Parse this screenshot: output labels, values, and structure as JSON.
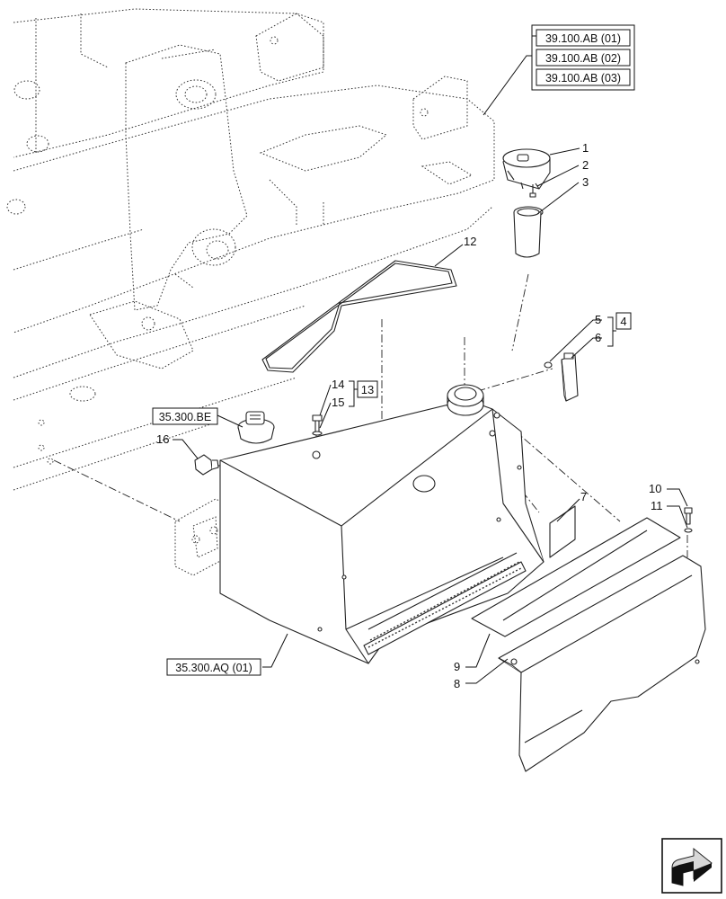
{
  "references": {
    "ab1": "39.100.AB (01)",
    "ab2": "39.100.AB (02)",
    "ab3": "39.100.AB (03)",
    "be": "35.300.BE",
    "aq": "35.300.AQ (01)"
  },
  "callouts": {
    "c1": "1",
    "c2": "2",
    "c3": "3",
    "c4": "4",
    "c5": "5",
    "c6": "6",
    "c7": "7",
    "c8": "8",
    "c9": "9",
    "c10": "10",
    "c11": "11",
    "c12": "12",
    "c13": "13",
    "c14": "14",
    "c15": "15",
    "c16": "16"
  },
  "nav_icon": "next-page-arrow-icon"
}
